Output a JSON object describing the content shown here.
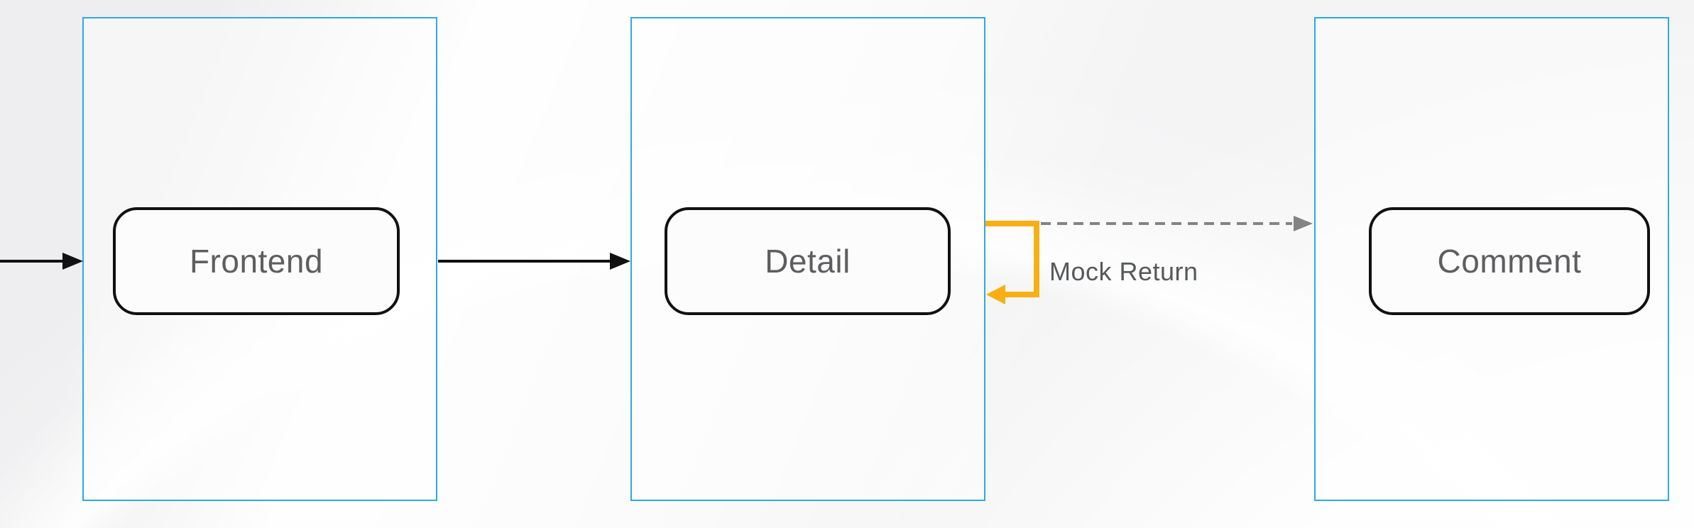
{
  "diagram": {
    "nodes": [
      {
        "id": "frontend",
        "label": "Frontend"
      },
      {
        "id": "detail",
        "label": "Detail"
      },
      {
        "id": "comment",
        "label": "Comment"
      }
    ],
    "edges": [
      {
        "from": "offscreen-left",
        "to": "Frontend",
        "style": "solid-black"
      },
      {
        "from": "Frontend",
        "to": "Detail",
        "style": "solid-black"
      },
      {
        "from": "Detail",
        "to": "Detail",
        "style": "solid-loop",
        "label": "Mock Return"
      },
      {
        "from": "Detail",
        "to": "Comment",
        "style": "dashed-gray"
      }
    ],
    "edge_label": "Mock Return",
    "colors": {
      "container_border": "#2fa9e1",
      "node_border": "#111111",
      "node_text": "#5e5e60",
      "arrow_black": "#111111",
      "mock_return_arrow": "#f9af13",
      "dashed_arrow": "#838383",
      "edge_label_text": "#57585a",
      "background": "#f3f3f4"
    }
  }
}
